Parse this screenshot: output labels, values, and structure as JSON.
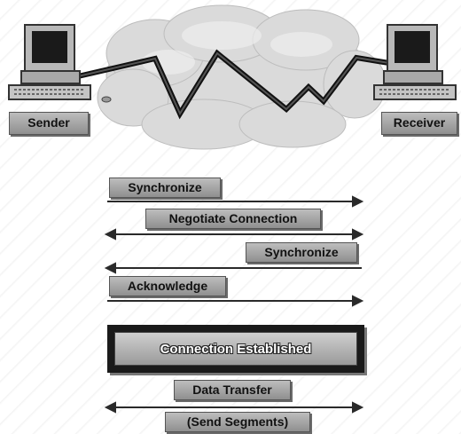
{
  "nodes": {
    "sender": "Sender",
    "receiver": "Receiver"
  },
  "steps": [
    {
      "label": "Synchronize",
      "direction": "right"
    },
    {
      "label": "Negotiate Connection",
      "direction": "both"
    },
    {
      "label": "Synchronize",
      "direction": "left"
    },
    {
      "label": "Acknowledge",
      "direction": "right"
    }
  ],
  "established": "Connection Established",
  "data_transfer": {
    "label": "Data Transfer",
    "sublabel": "(Send Segments)",
    "direction": "both"
  },
  "colors": {
    "label_bg": "#a8a8a8",
    "arrow": "#2a2a2a",
    "cloud": "#d9d9d9"
  }
}
